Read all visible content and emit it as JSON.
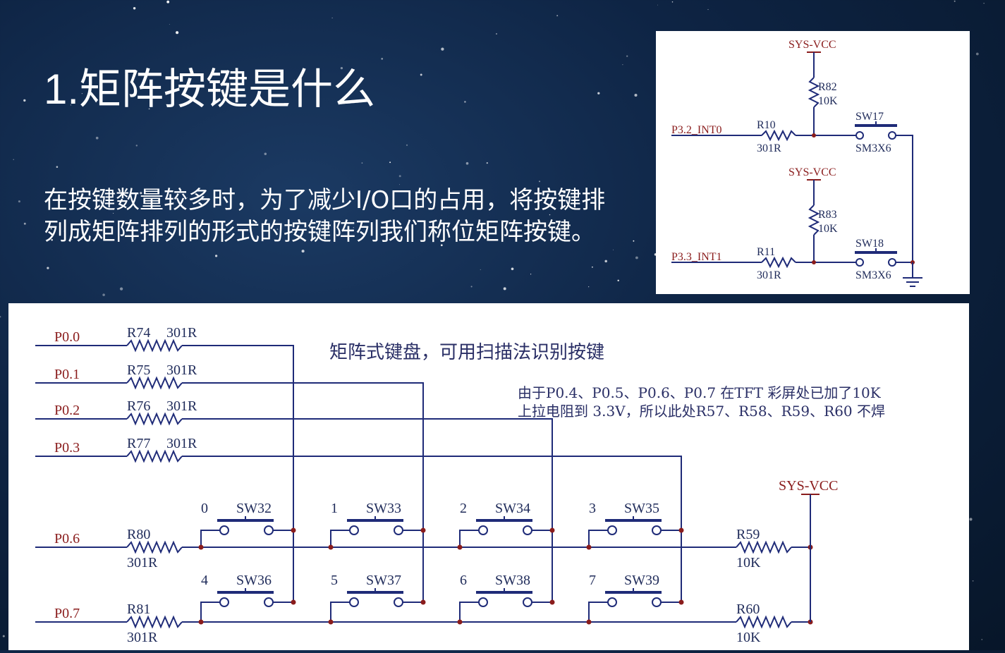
{
  "slide": {
    "title": "1.矩阵按键是什么",
    "description": "在按键数量较多时，为了减少I/O口的占用，将按键排列成矩阵排列的形式的按键阵列我们称位矩阵按键。"
  },
  "top_schematic": {
    "vcc_1": "SYS-VCC",
    "vcc_2": "SYS-VCC",
    "r82": "R82",
    "r82_val": "10K",
    "r83": "R83",
    "r83_val": "10K",
    "r10": "R10",
    "r10_val": "301R",
    "r11": "R11",
    "r11_val": "301R",
    "net_1": "P3.2_INT0",
    "net_2": "P3.3_INT1",
    "sw17": "SW17",
    "sw17_part": "SM3X6",
    "sw18": "SW18",
    "sw18_part": "SM3X6"
  },
  "matrix": {
    "heading": "矩阵式键盘，可用扫描法识别按键",
    "note_line1": "由于P0.4、P0.5、P0.6、P0.7 在TFT 彩屏处已加了10K",
    "note_line2": "上拉电阻到 3.3V，所以此处R57、R58、R59、R60 不焊",
    "vcc": "SYS-VCC",
    "rows": [
      {
        "net": "P0.0",
        "res": "R74",
        "val": "301R"
      },
      {
        "net": "P0.1",
        "res": "R75",
        "val": "301R"
      },
      {
        "net": "P0.2",
        "res": "R76",
        "val": "301R"
      },
      {
        "net": "P0.3",
        "res": "R77",
        "val": "301R"
      }
    ],
    "scan_rows": [
      {
        "net": "P0.6",
        "res": "R80",
        "val": "301R",
        "pull": "R59",
        "pull_val": "10K"
      },
      {
        "net": "P0.7",
        "res": "R81",
        "val": "301R",
        "pull": "R60",
        "pull_val": "10K"
      }
    ],
    "switches": [
      {
        "num": "0",
        "name": "SW32"
      },
      {
        "num": "1",
        "name": "SW33"
      },
      {
        "num": "2",
        "name": "SW34"
      },
      {
        "num": "3",
        "name": "SW35"
      },
      {
        "num": "4",
        "name": "SW36"
      },
      {
        "num": "5",
        "name": "SW37"
      },
      {
        "num": "6",
        "name": "SW38"
      },
      {
        "num": "7",
        "name": "SW39"
      }
    ]
  }
}
